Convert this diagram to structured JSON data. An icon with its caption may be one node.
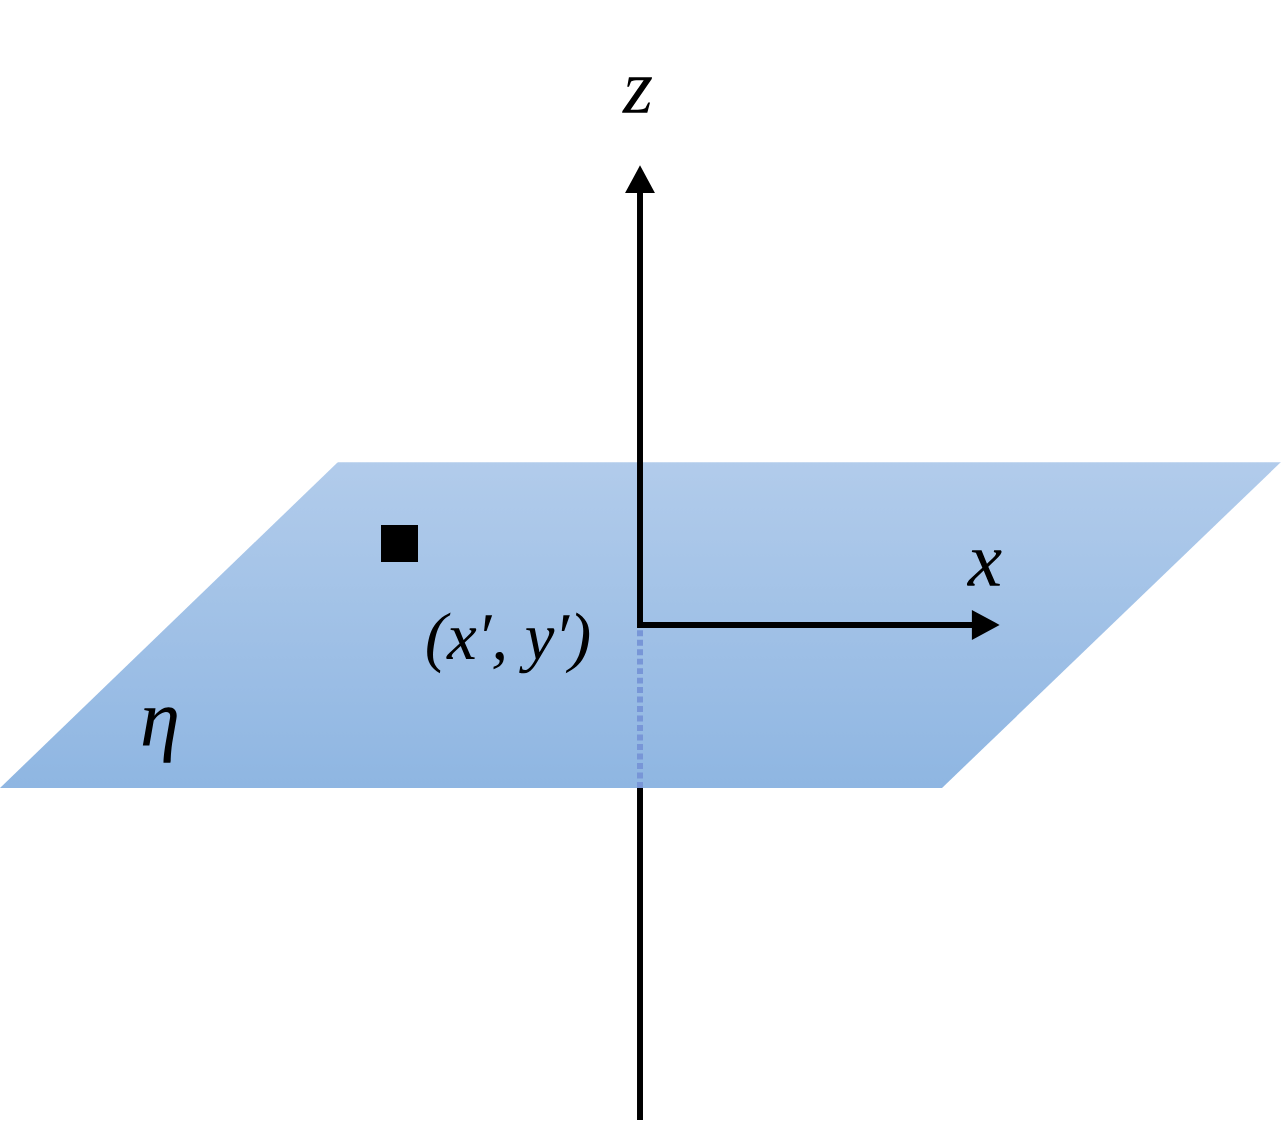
{
  "diagram": {
    "labels": [
      "z",
      "x",
      "(x′, y′)",
      "η"
    ]
  }
}
